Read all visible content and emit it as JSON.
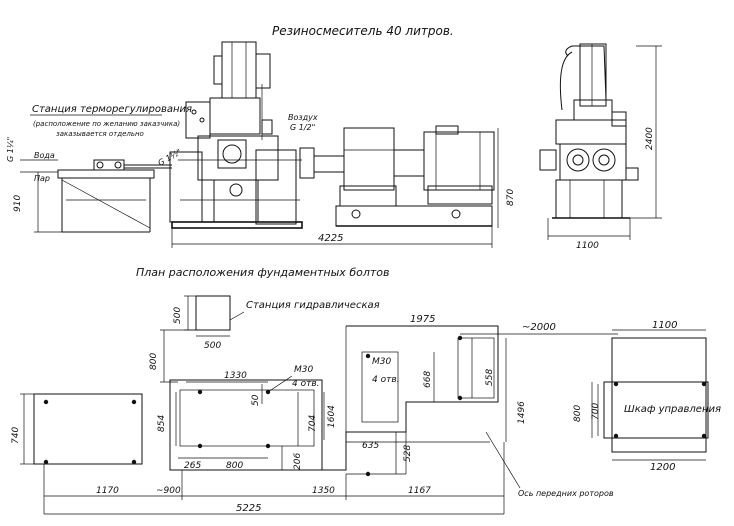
{
  "title": "Резиносмеситель 40 литров.",
  "thermo_station": {
    "title": "Станция терморегулирования",
    "note_line1": "(расположение по желанию заказчика)",
    "note_line2": "заказывается отдельно"
  },
  "pipe_left": "G 1¼\"",
  "pipe_right": "G 1½\"",
  "water_label": "Вода",
  "steam_label": "Пар",
  "air_label": "Воздух",
  "air_size": "G 1/2\"",
  "side_dims": {
    "d910": "910",
    "d870": "870",
    "d2400": "2400",
    "d4225": "4225",
    "d1100": "1100"
  },
  "plan_title": "План расположения фундаментных болтов",
  "hydraulic_station": "Станция гидравлическая",
  "control_cabinet": "Шкаф управления",
  "rotor_axis": "Ось передних роторов",
  "bolt_left": {
    "size": "M30",
    "count": "4 отв."
  },
  "bolt_right": {
    "size": "M30",
    "count": "4 отв."
  },
  "plan_dims": {
    "d500a": "500",
    "d500b": "500",
    "d800a": "800",
    "d1330": "1330",
    "d50": "50",
    "d854": "854",
    "d704": "704",
    "d1604": "1604",
    "d265": "265",
    "d800b": "800",
    "d206": "206",
    "d740": "740",
    "d1170": "1170",
    "d900": "~900",
    "d1350": "1350",
    "d5225": "5225",
    "d1975": "1975",
    "d2000": "~2000",
    "d668": "668",
    "d558": "558",
    "d635": "635",
    "d528": "528",
    "d1167": "1167",
    "d1496": "1496",
    "d1100": "1100",
    "d800c": "800",
    "d700": "700",
    "d1200": "1200"
  }
}
